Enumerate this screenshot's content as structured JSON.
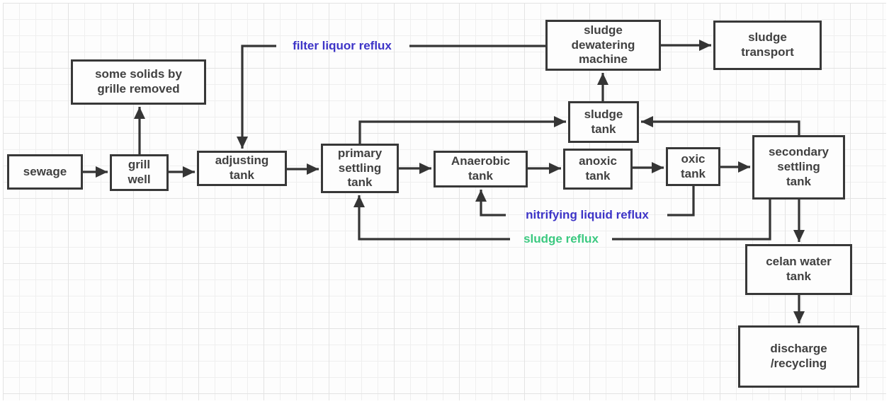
{
  "nodes": {
    "sewage": {
      "label": "sewage"
    },
    "grill_well": {
      "label": "grill\nwell"
    },
    "solids_removed": {
      "label": "some solids by\ngrille removed"
    },
    "adjusting_tank": {
      "label": "adjusting\ntank"
    },
    "primary_settling": {
      "label": "primary\nsettling\ntank"
    },
    "anaerobic_tank": {
      "label": "Anaerobic\ntank"
    },
    "anoxic_tank": {
      "label": "anoxic\ntank"
    },
    "oxic_tank": {
      "label": "oxic\ntank"
    },
    "secondary_settling": {
      "label": "secondary\nsettling\ntank"
    },
    "sludge_tank": {
      "label": "sludge\ntank"
    },
    "sludge_dewatering": {
      "label": "sludge\ndewatering\nmachine"
    },
    "sludge_transport": {
      "label": "sludge\ntransport"
    },
    "clean_water_tank": {
      "label": "celan water\ntank"
    },
    "discharge": {
      "label": "discharge\n/recycling"
    }
  },
  "reflux_labels": {
    "filter_liquor": {
      "label": "filter liquor reflux",
      "color": "#3d34c7"
    },
    "nitrifying": {
      "label": "nitrifying liquid reflux",
      "color": "#3d34c7"
    },
    "sludge": {
      "label": "sludge reflux",
      "color": "#3bc980"
    }
  },
  "flow": {
    "edges": [
      {
        "from": "sewage",
        "to": "grill well"
      },
      {
        "from": "grill well",
        "to": "some solids by grille removed"
      },
      {
        "from": "grill well",
        "to": "adjusting tank"
      },
      {
        "from": "adjusting tank",
        "to": "primary settling tank"
      },
      {
        "from": "primary settling tank",
        "to": "Anaerobic tank"
      },
      {
        "from": "Anaerobic tank",
        "to": "anoxic tank"
      },
      {
        "from": "anoxic tank",
        "to": "oxic tank"
      },
      {
        "from": "oxic tank",
        "to": "secondary settling tank"
      },
      {
        "from": "secondary settling tank",
        "to": "celan water tank"
      },
      {
        "from": "celan water tank",
        "to": "discharge /recycling"
      },
      {
        "from": "primary settling tank",
        "to": "sludge tank"
      },
      {
        "from": "secondary settling tank",
        "to": "sludge tank"
      },
      {
        "from": "sludge tank",
        "to": "sludge dewatering machine"
      },
      {
        "from": "sludge dewatering machine",
        "to": "sludge transport"
      },
      {
        "from": "sludge dewatering machine",
        "to": "adjusting tank",
        "label": "filter liquor reflux"
      },
      {
        "from": "oxic tank",
        "to": "Anaerobic tank",
        "label": "nitrifying liquid reflux"
      },
      {
        "from": "secondary settling tank",
        "to": "primary settling tank",
        "label": "sludge reflux"
      }
    ]
  },
  "colors": {
    "line": "#353535",
    "box_border": "#383838",
    "box_text": "#414141",
    "reflux_blue": "#3d34c7",
    "reflux_green": "#3bc980",
    "canvas_bg": "#fdfdfd",
    "grid_minor": "#efefef",
    "grid_major": "#e3e3e3"
  }
}
